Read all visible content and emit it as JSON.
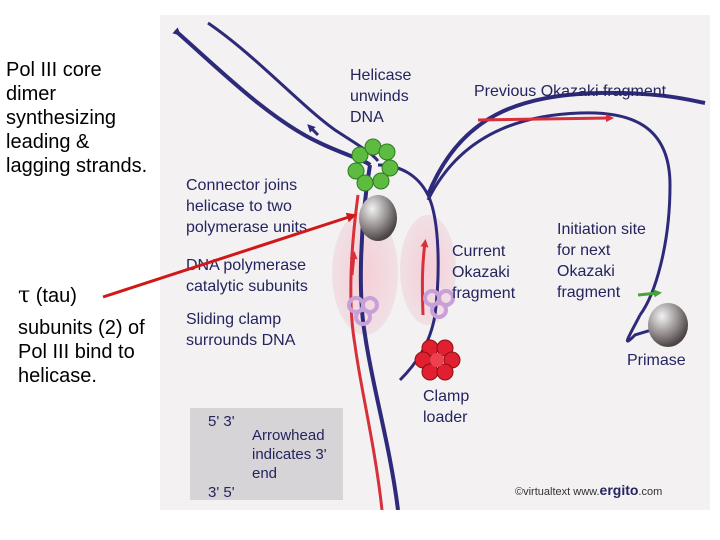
{
  "caption": {
    "main": "Pol III core dimer synthesizing leading & lagging strands.",
    "tau_symbol": "τ",
    "tau_label": "(tau)",
    "tau_description": "subunits (2) of Pol III bind to helicase."
  },
  "figure": {
    "labels": {
      "helicase": "Helicase unwinds DNA",
      "previous_fragment": "Previous Okazaki fragment",
      "connector": "Connector joins helicase to two polymerase units",
      "dna_polymerase": "DNA polymerase catalytic subunits",
      "current_fragment": "Current Okazaki fragment",
      "initiation_site": "Initiation site for next Okazaki fragment",
      "sliding_clamp": "Sliding clamp surrounds DNA",
      "clamp_loader": "Clamp loader",
      "primase": "Primase"
    },
    "legend": {
      "top_ends": "5' 3'",
      "bottom_ends": "3' 5'",
      "text": "Arrowhead indicates 3' end"
    },
    "copyright": {
      "prefix": "©virtualtext",
      "site_prefix": "www.",
      "site_brand": "ergito",
      "site_suffix": ".com"
    }
  },
  "colors": {
    "strand_blue": "#2e2a7a",
    "strand_red": "#d8303a",
    "helicase_green": "#5dbb3f",
    "clamp_loader_red": "#e02030",
    "pointer_red": "#d01818"
  }
}
